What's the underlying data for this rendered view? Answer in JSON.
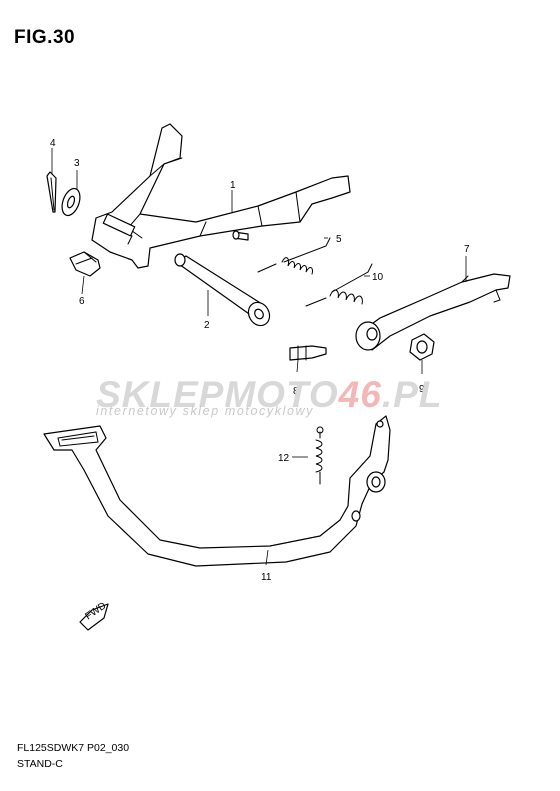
{
  "figure": {
    "title": "FIG.30"
  },
  "watermark": {
    "brand_prefix": "SKLEPMOTO",
    "brand_number": "46",
    "brand_suffix": ".PL",
    "tagline": "internetowy sklep motocyklowy"
  },
  "parts": [
    {
      "ref": "1"
    },
    {
      "ref": "2"
    },
    {
      "ref": "3"
    },
    {
      "ref": "4"
    },
    {
      "ref": "5"
    },
    {
      "ref": "6"
    },
    {
      "ref": "7"
    },
    {
      "ref": "8"
    },
    {
      "ref": "9"
    },
    {
      "ref": "10"
    },
    {
      "ref": "11"
    },
    {
      "ref": "12"
    }
  ],
  "fwd_label": "FWD",
  "footer": {
    "code": "FL125SDWK7 P02_030",
    "name": "STAND-C"
  }
}
